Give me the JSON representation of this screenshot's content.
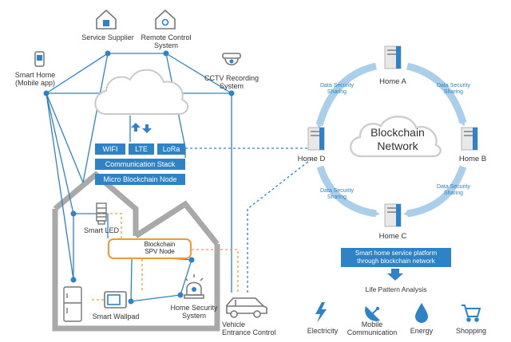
{
  "nodes": {
    "service_supplier": "Service Supplier",
    "remote_control_l1": "Remote Control",
    "remote_control_l2": "System",
    "smart_home_l1": "Smart Home",
    "smart_home_l2": "(Mobile app)",
    "cctv_l1": "CCTV Recording",
    "cctv_l2": "System",
    "smart_led": "Smart LED",
    "smart_wallpad": "Smart Wallpad",
    "home_security_l1": "Home Security",
    "home_security_l2": "System",
    "vehicle_l1": "Vehicle",
    "vehicle_l2": "Entrance Control"
  },
  "stack": {
    "wifi": "WIFI",
    "lte": "LTE",
    "lora": "LoRa",
    "comm_stack": "Communication Stack",
    "micro_node": "Micro Blockchain Node"
  },
  "spv": {
    "l1": "Blockchain",
    "l2": "SPV Node"
  },
  "blockchain": {
    "title_l1": "Blockchain",
    "title_l2": "Network",
    "homes": {
      "a": "Home A",
      "b": "Home B",
      "c": "Home C",
      "d": "Home D"
    },
    "sharing_l1": "Data Security",
    "sharing_l2": "Sharing"
  },
  "platform": {
    "l1": "Smart home service platform",
    "l2": "through blockchain network"
  },
  "life_pattern": "Life Pattern Analysis",
  "services": {
    "electricity": "Electricity",
    "mobile_l1": "Mobile",
    "mobile_l2": "Communication",
    "energy": "Energy",
    "shopping": "Shopping"
  },
  "colors": {
    "accent_blue": "#2d83c6",
    "ring_blue": "#a9cfea",
    "house_gray": "#a9a9a9",
    "spv_orange": "#ef9a37"
  }
}
